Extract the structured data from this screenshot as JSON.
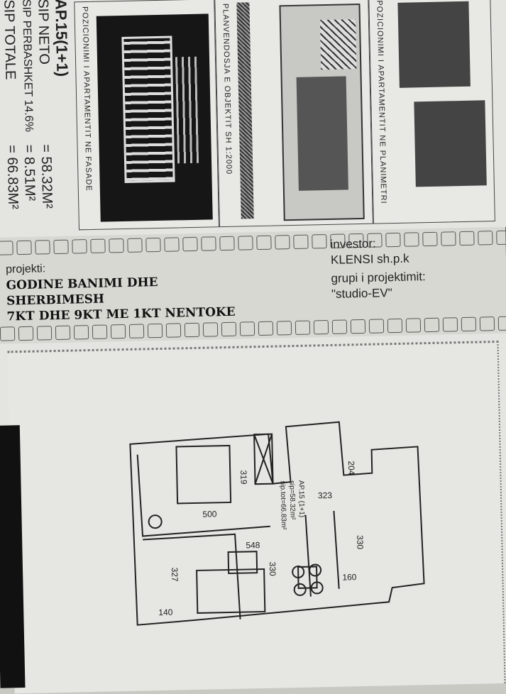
{
  "summary": {
    "apartment": "AP.15(1+1)",
    "rows": [
      {
        "label": "SIP NETO",
        "value": "= 58.32M²"
      },
      {
        "label": "SIP PERBASHKET 14.6%",
        "value": "= 8.51M²"
      },
      {
        "label": "SIP TOTALE",
        "value": "= 66.83M²"
      }
    ]
  },
  "panels": {
    "facade": "POZICIONIMI I APARTAMENTIT NE FASADE",
    "site_plan": "PLANVENDOSJA E OBJEKTIT SH 1:2000",
    "floor_position": "POZICIONIMI I APARTAMENTIT NE PLANIMETRI"
  },
  "title_block": {
    "project_label": "projekti:",
    "project_lines": [
      "GODINE BANIMI DHE",
      "SHERBIMESH",
      "7KT DHE 9KT ME 1KT NENTOKE"
    ],
    "investor_label": "investor:",
    "investor": "KLENSI  sh.p.k",
    "design_label": "grupi i projektimit:",
    "design_group": "\"studio-EV\""
  },
  "plan": {
    "label_lines": [
      "AP.15 (1+1)",
      "sip=58.32m²",
      "sip.tot=66.83m²"
    ],
    "dimensions": [
      "500",
      "319",
      "323",
      "204",
      "548",
      "330",
      "330",
      "160",
      "327",
      "140"
    ]
  }
}
